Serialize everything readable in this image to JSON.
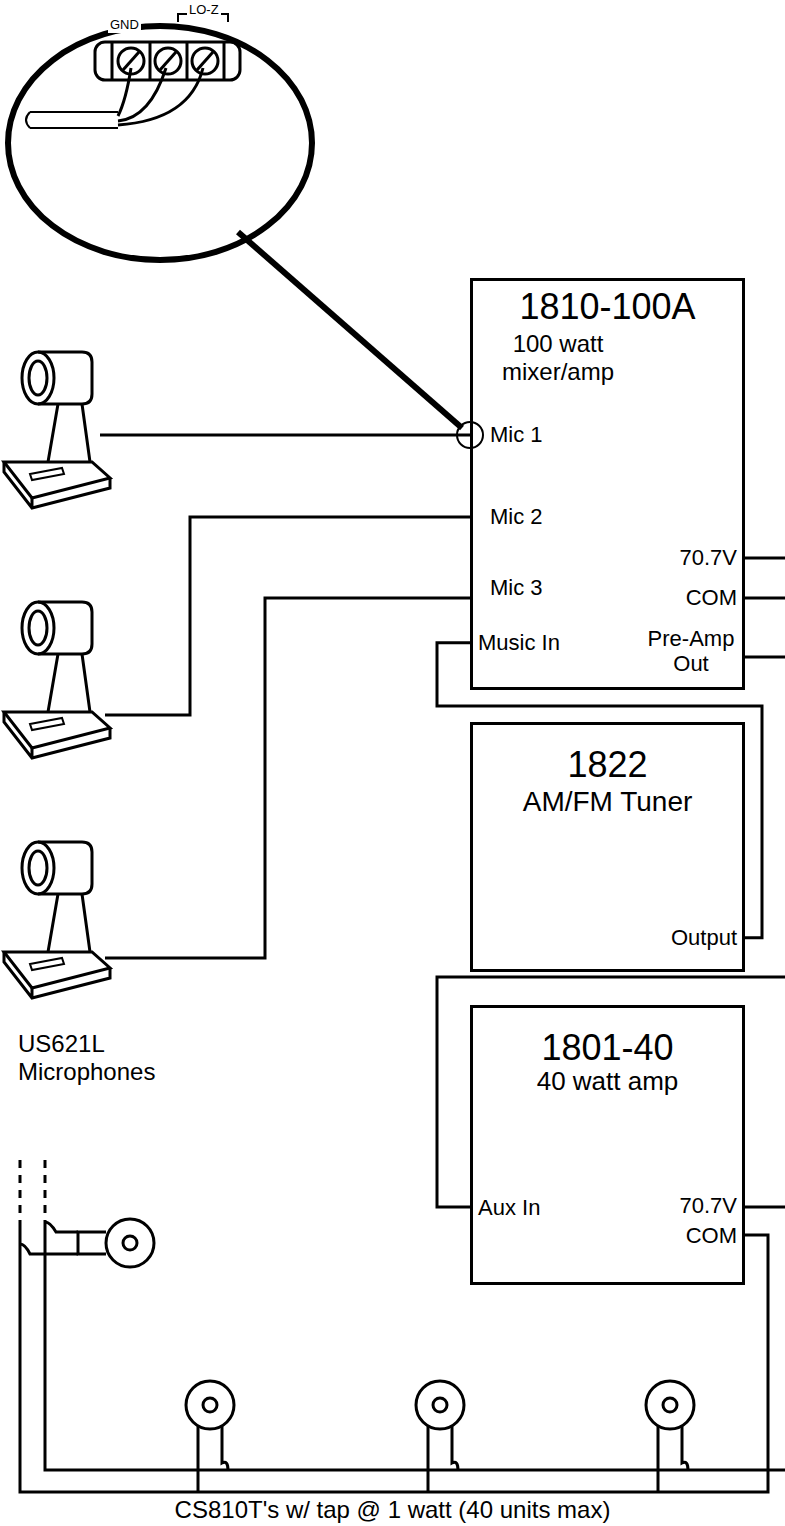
{
  "diagram": {
    "nodes": [
      {
        "text": [
          "1810-100A",
          "100 watt mixer/amp",
          "Mic 1",
          "Mic 2",
          "Mic 3",
          "Music In",
          "70.7V",
          "COM",
          "Pre-Amp Out"
        ]
      },
      {
        "text": [
          "1822",
          "AM/FM Tuner",
          "Output"
        ]
      },
      {
        "text": [
          "1801-40",
          "40 watt amp",
          "Aux In",
          "70.7V",
          "COM"
        ]
      }
    ],
    "edges": [
      {
        "from": 1,
        "to": 0,
        "arrow": "none"
      }
    ],
    "labels": [
      "GND",
      "LO-Z",
      "US621L Microphones",
      "CS810T's w/ tap @ 1 watt (40 units max)"
    ]
  }
}
